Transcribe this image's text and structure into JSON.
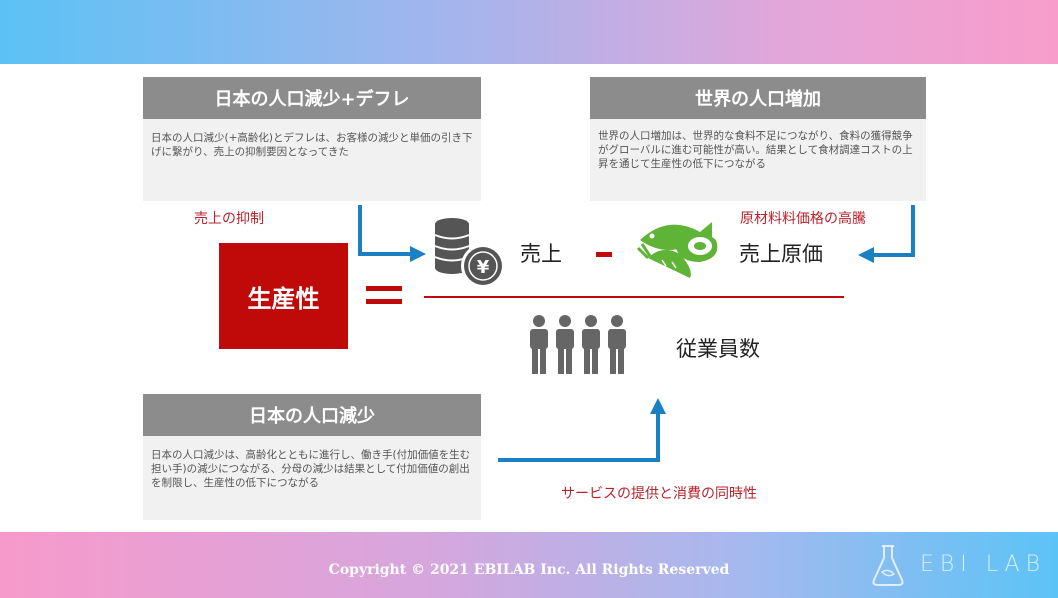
{
  "boxes": {
    "japan_deflation": {
      "title": "日本の人口減少+デフレ",
      "body": "日本の人口減少(+高齢化)とデフレは、お客様の減少と単価の引き下げに繋がり、売上の抑制要因となってきた"
    },
    "world_population": {
      "title": "世界の人口増加",
      "body": "世界の人口増加は、世界的な食料不足につながり、食料の獲得競争がグローバルに進む可能性が高い。結果として食材調達コストの上昇を通じて生産性の低下につながる"
    },
    "japan_decline": {
      "title": "日本の人口減少",
      "body": "日本の人口減少は、高齢化とともに進行し、働き手(付加価値を生む担い手)の減少につながる、分母の減少は結果として付加価値の創出を制限し、生産性の低下につながる"
    }
  },
  "labels": {
    "sales_suppression": "売上の抑制",
    "material_price_rise": "原材料料価格の高騰",
    "service_simultaneity": "サービスの提供と消費の同時性"
  },
  "formula": {
    "productivity": "生産性",
    "sales": "売上",
    "cost_of_sales": "売上原価",
    "employees": "従業員数",
    "coin_symbol": "¥"
  },
  "footer": {
    "copyright": "Copyright © 2021 EBILAB Inc. All Rights Reserved",
    "logo": "EBI LAB"
  },
  "colors": {
    "accent_red": "#c00a0a",
    "arrow_blue": "#1a7fc3",
    "box_gray": "#8c8c8c",
    "icon_gray": "#555555",
    "icon_green": "#5fb336"
  }
}
